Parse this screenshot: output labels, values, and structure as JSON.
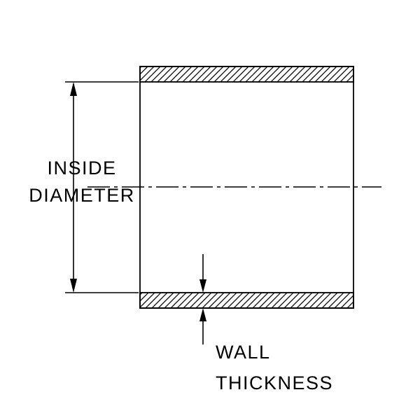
{
  "diagram": {
    "title": "tube-cross-section",
    "labels": {
      "inside_diameter_line1": "INSIDE",
      "inside_diameter_line2": "DIAMETER",
      "wall_thickness_line1": "WALL",
      "wall_thickness_line2": "THICKNESS"
    },
    "colors": {
      "line": "#000000",
      "background": "#ffffff"
    }
  }
}
